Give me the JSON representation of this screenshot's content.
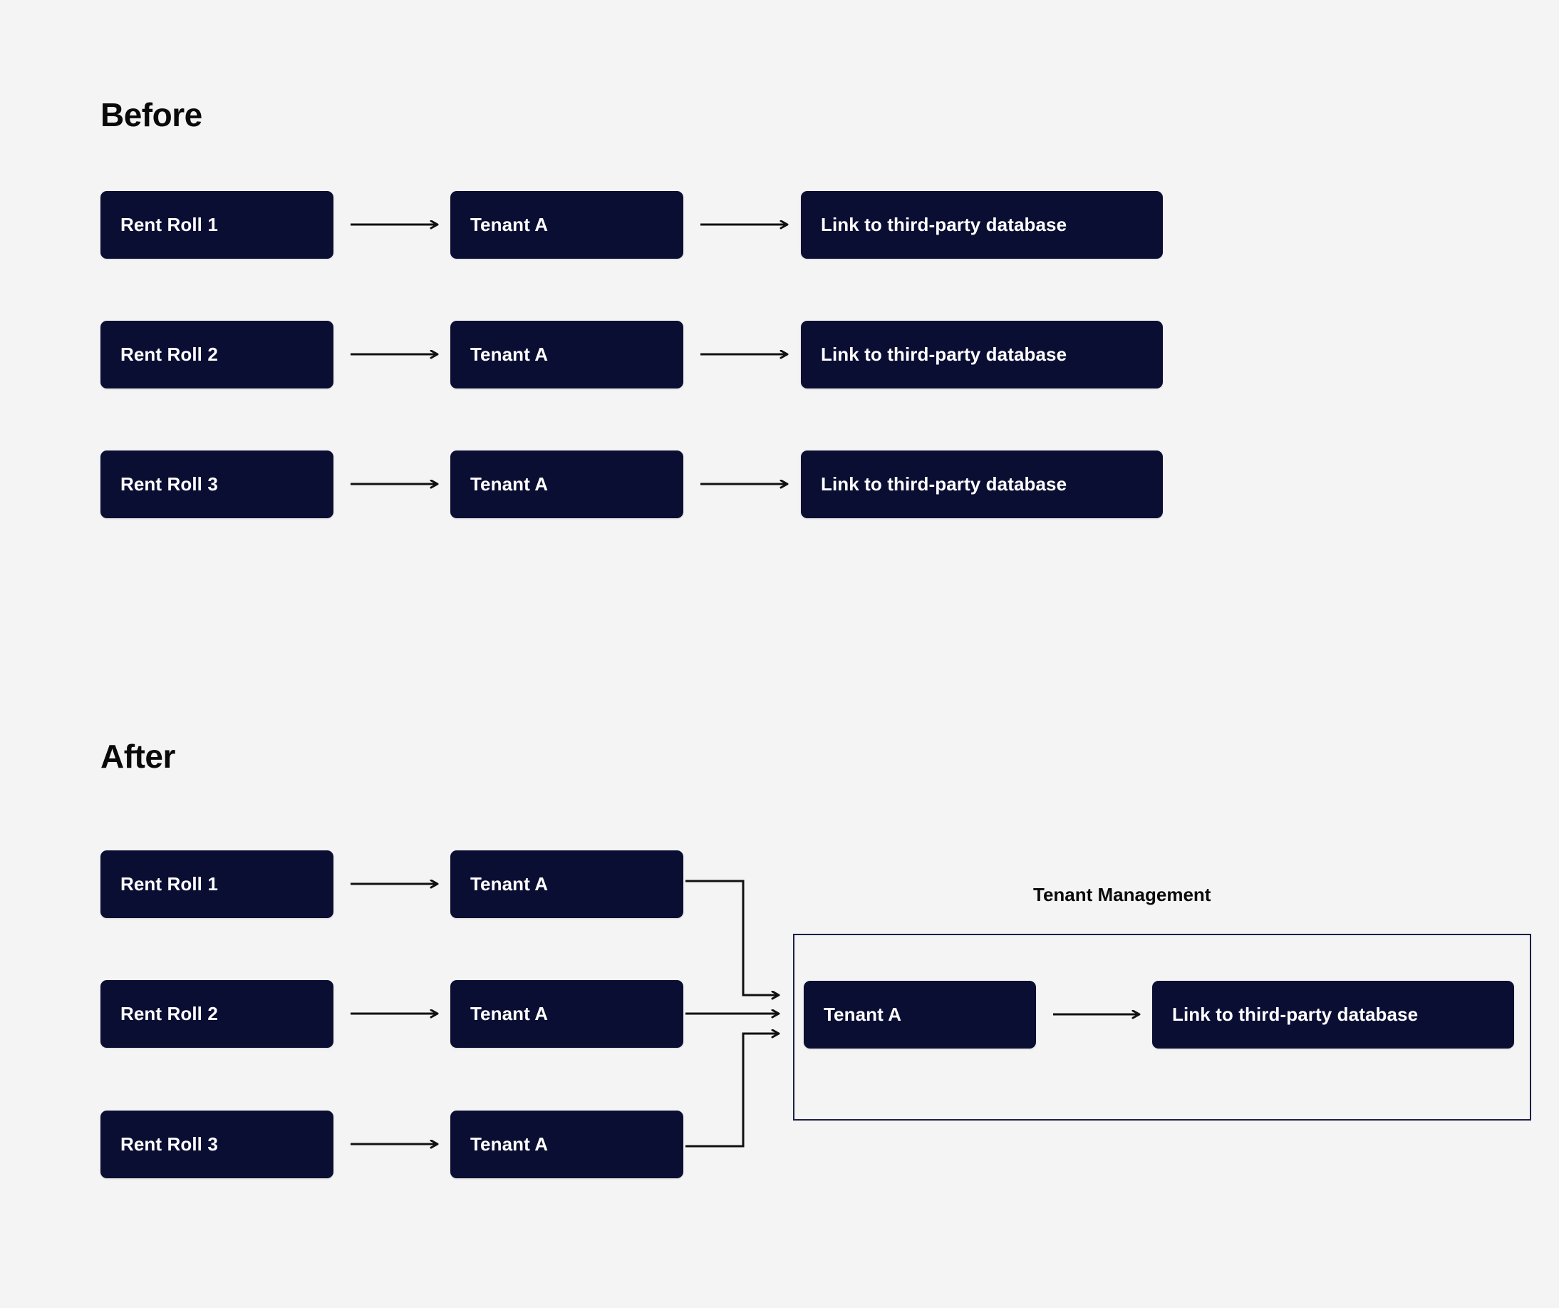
{
  "page": {
    "background_color": "#f4f4f4",
    "node_fill_color": "#0b0e33",
    "node_text_color": "#ffffff",
    "title_color": "#0a0a0a",
    "connector_color": "#111111",
    "group_border_color": "#1b1f46"
  },
  "sections": {
    "before": {
      "title": "Before",
      "rows": [
        {
          "source_label": "Rent Roll 1",
          "tenant_label": "Tenant A",
          "link_label": "Link to third-party database"
        },
        {
          "source_label": "Rent Roll 2",
          "tenant_label": "Tenant A",
          "link_label": "Link to third-party database"
        },
        {
          "source_label": "Rent Roll 3",
          "tenant_label": "Tenant A",
          "link_label": "Link to third-party database"
        }
      ]
    },
    "after": {
      "title": "After",
      "rows": [
        {
          "source_label": "Rent Roll 1",
          "tenant_label": "Tenant A"
        },
        {
          "source_label": "Rent Roll 2",
          "tenant_label": "Tenant A"
        },
        {
          "source_label": "Rent Roll 3",
          "tenant_label": "Tenant A"
        }
      ],
      "group": {
        "label": "Tenant Management",
        "tenant_label": "Tenant A",
        "link_label": "Link to third-party database"
      }
    }
  }
}
